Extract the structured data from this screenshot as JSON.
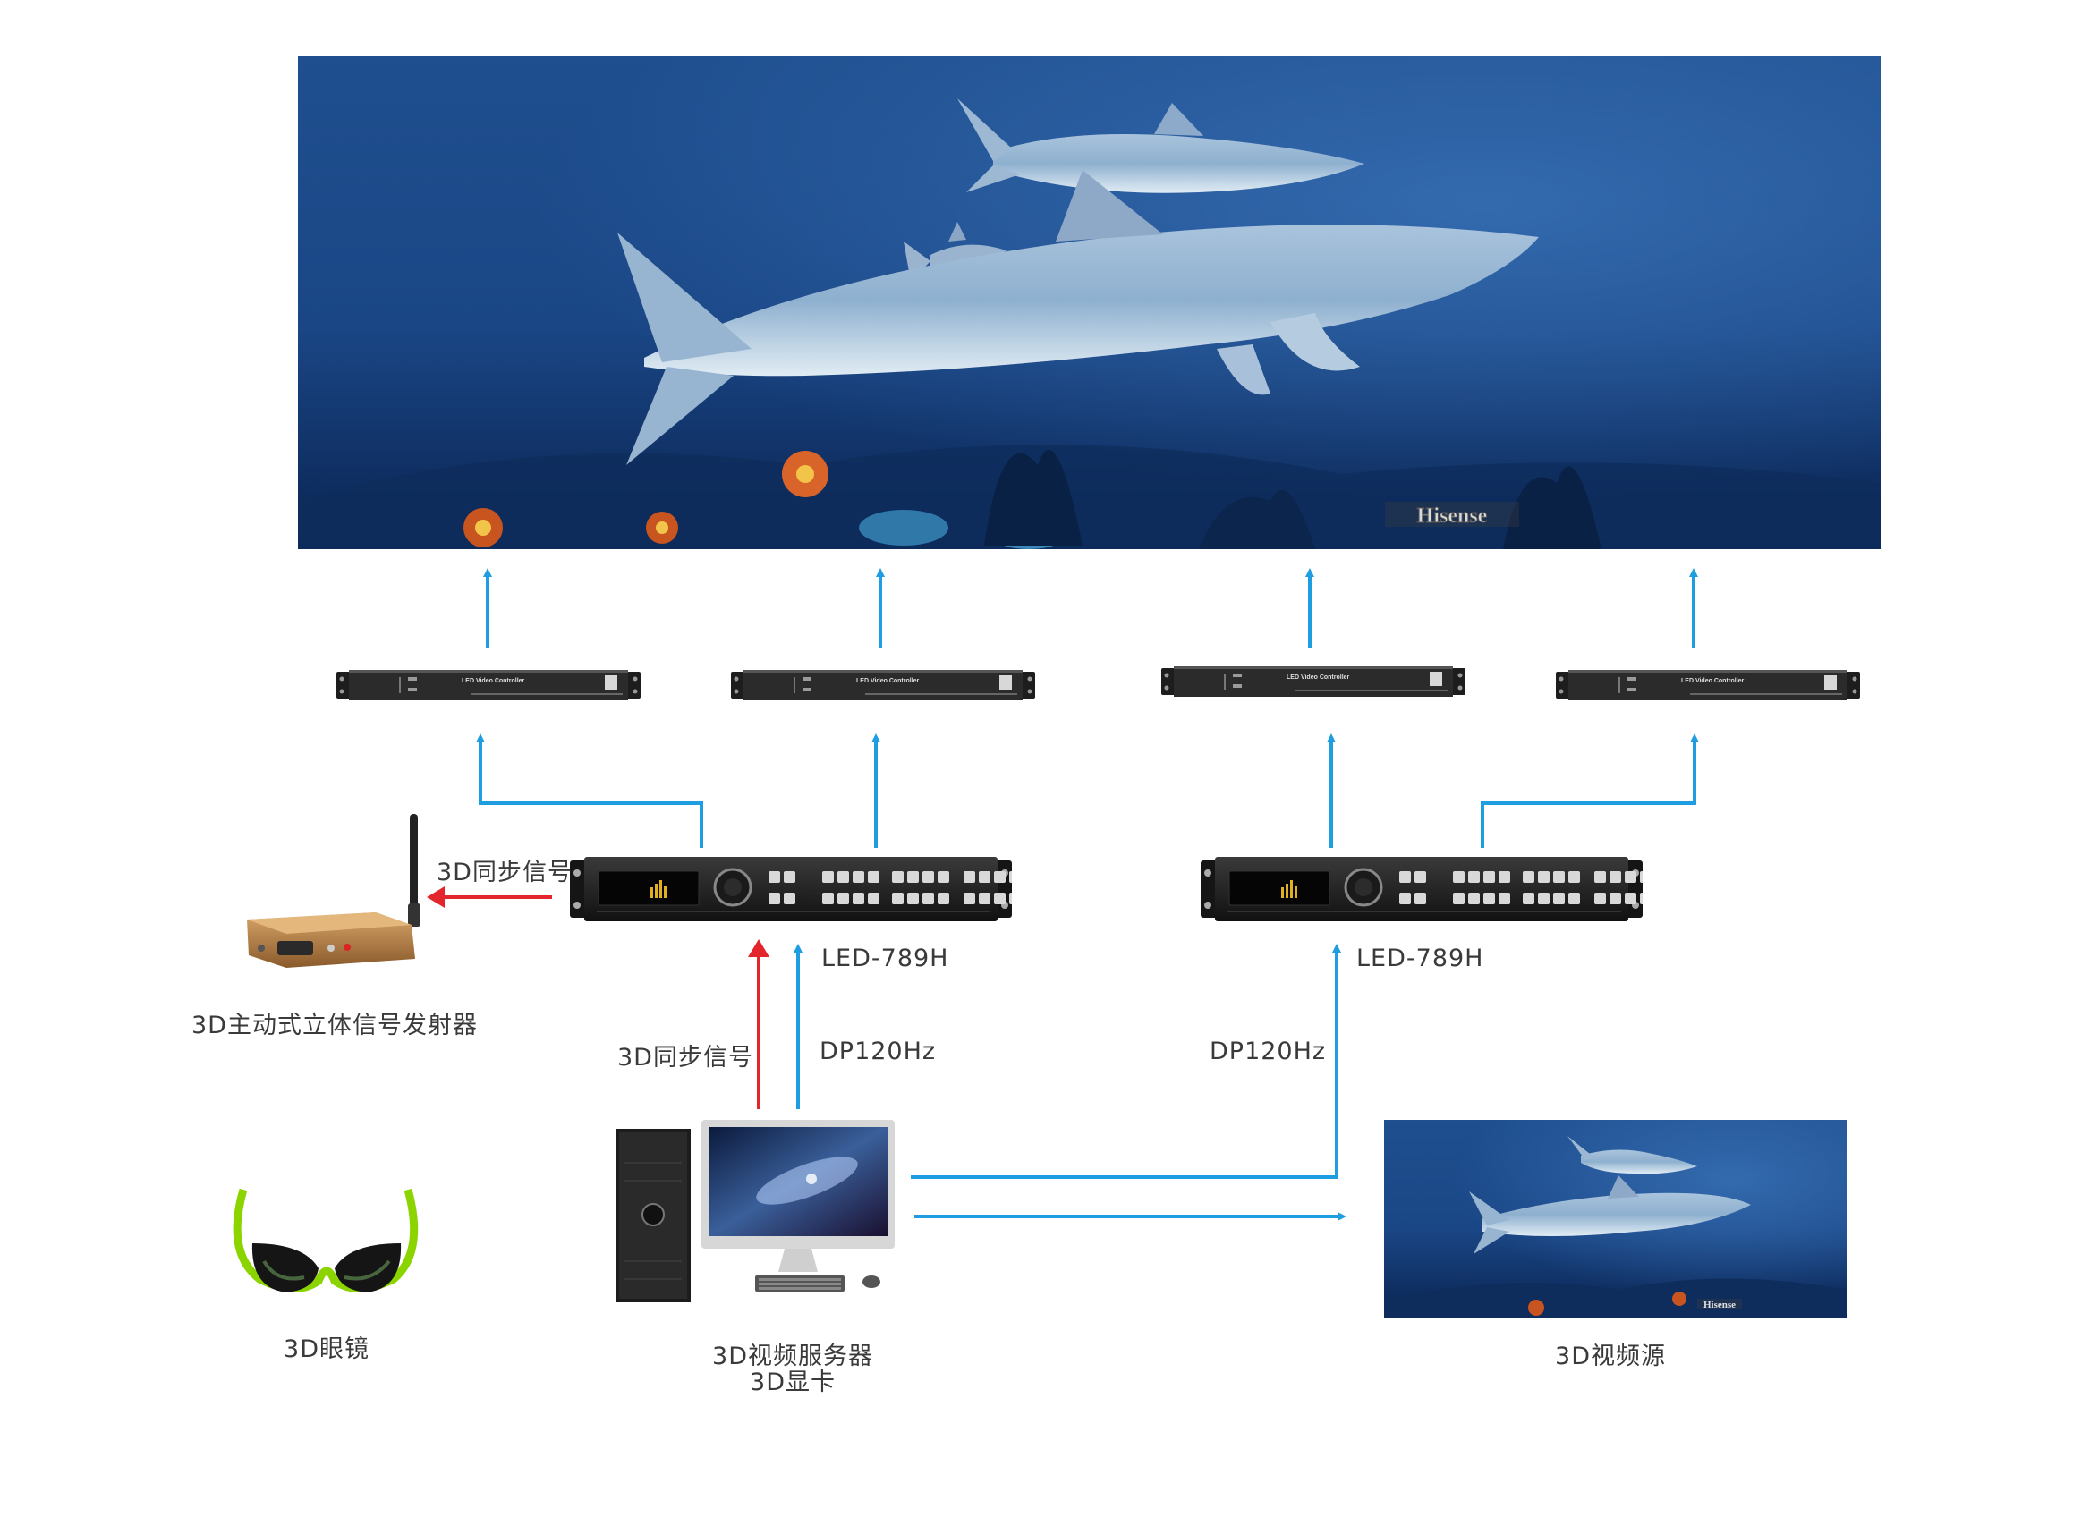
{
  "screen": {
    "watermark": "Hisense"
  },
  "controllers": [
    {
      "label": "LED Video Controller"
    },
    {
      "label": "LED Video Controller"
    },
    {
      "label": "LED Video Controller"
    },
    {
      "label": "LED Video Controller"
    }
  ],
  "processors": [
    {
      "model": "LED-789H"
    },
    {
      "model": "LED-789H"
    }
  ],
  "labels": {
    "sync_signal_top": "3D同步信号",
    "emitter": "3D主动式立体信号发射器",
    "sync_signal": "3D同步信号",
    "dp_left": "DP120Hz",
    "dp_right": "DP120Hz",
    "glasses": "3D眼镜",
    "server_line1": "3D视频服务器",
    "server_line2": "3D显卡",
    "source": "3D视频源"
  },
  "source_preview": {
    "watermark": "Hisense"
  },
  "colors": {
    "signal_blue": "#1e9ee0",
    "sync_red": "#e2262b",
    "ocean_dark": "#0c2a5a",
    "ocean_light": "#2f66a8"
  }
}
